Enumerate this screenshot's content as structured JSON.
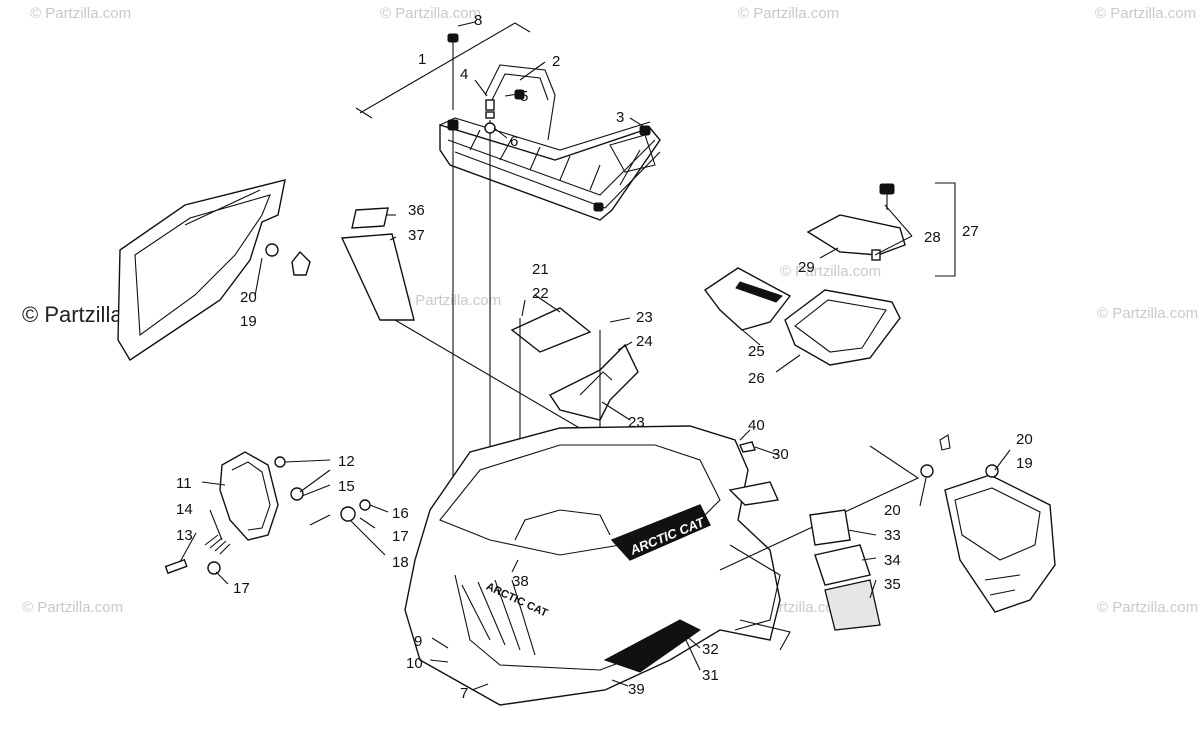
{
  "watermark": {
    "brand": "© Partzilla.com",
    "faint_text": "© Partzilla.com"
  },
  "decals": {
    "hood_logo": "ARCTIC CAT",
    "grille_logo": "ARCTIC CAT"
  },
  "callouts": [
    "1",
    "2",
    "3",
    "4",
    "5",
    "6",
    "7",
    "8",
    "9",
    "10",
    "11",
    "12",
    "13",
    "14",
    "15",
    "16",
    "17",
    "17",
    "18",
    "19",
    "19",
    "20",
    "20",
    "20",
    "21",
    "22",
    "23",
    "23",
    "24",
    "25",
    "26",
    "27",
    "28",
    "29",
    "30",
    "31",
    "32",
    "33",
    "34",
    "35",
    "36",
    "37",
    "38",
    "39",
    "40"
  ],
  "colors": {
    "line": "#111111",
    "part_fill": "#ffffff",
    "decal_dark": "#111111",
    "watermark": "#c9c9c9"
  }
}
